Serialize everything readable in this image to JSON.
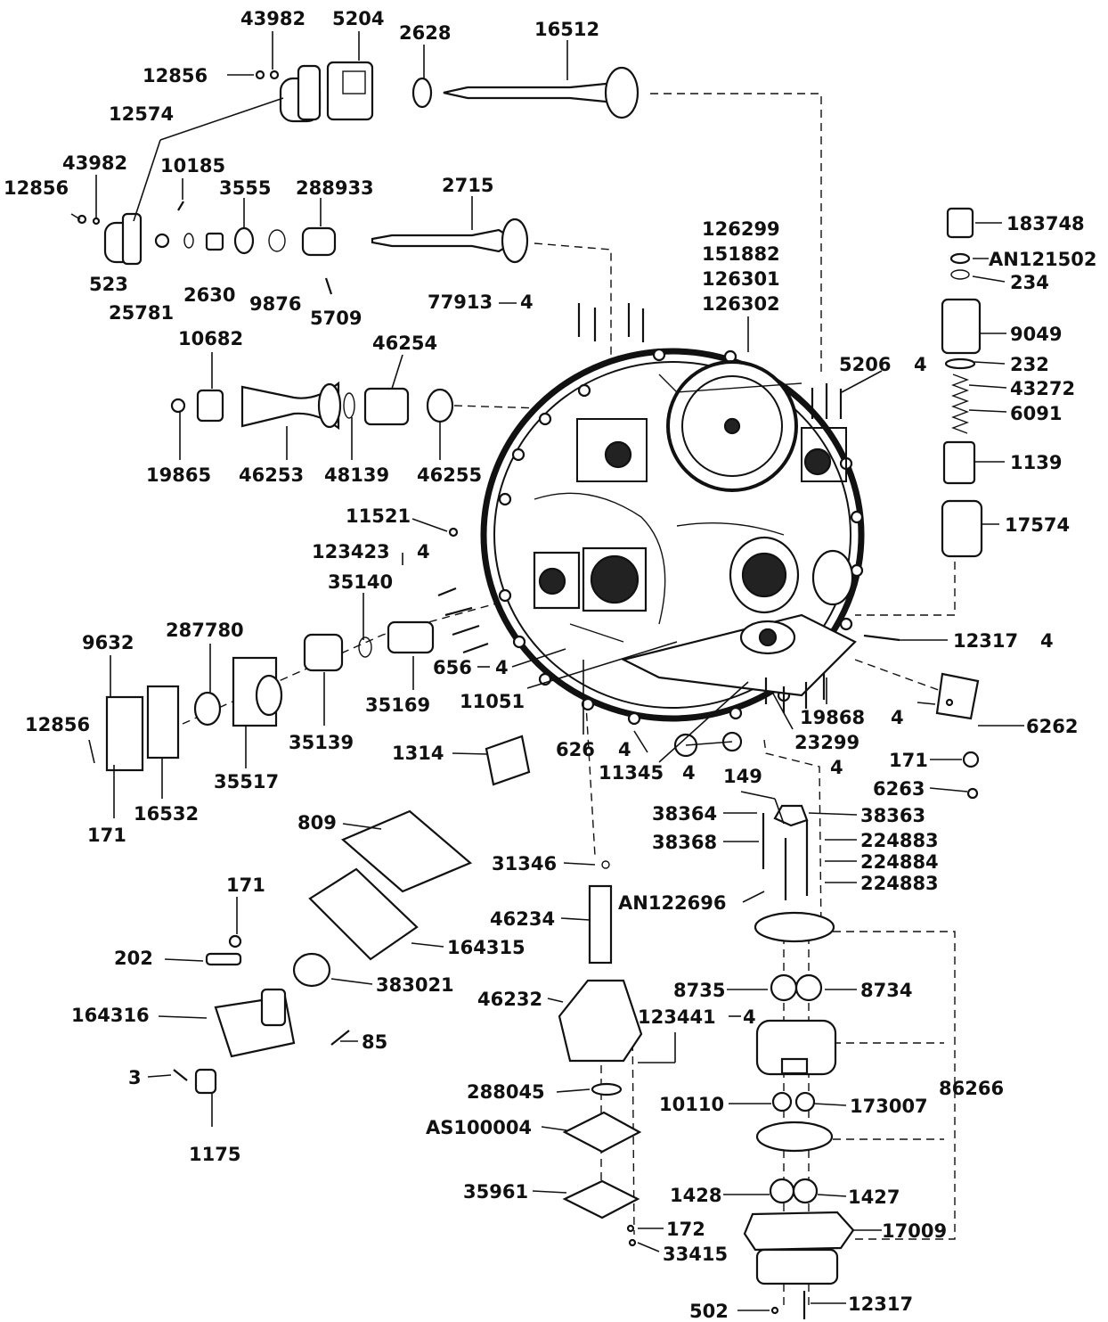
{
  "labels": {
    "p43982a": "43982",
    "p5204": "5204",
    "p2628": "2628",
    "p16512": "16512",
    "p12856a": "12856",
    "p12574": "12574",
    "p43982b": "43982",
    "p12856b": "12856",
    "p10185": "10185",
    "p3555": "3555",
    "p288933": "288933",
    "p2715": "2715",
    "p523": "523",
    "p25781": "25781",
    "p2630": "2630",
    "p9876": "9876",
    "p5709": "5709",
    "p126299": "126299",
    "p151882": "151882",
    "p126301": "126301",
    "p126302": "126302",
    "p77913": "77913",
    "q77913": "4",
    "p183748": "183748",
    "pAN121502": "AN121502",
    "p234": "234",
    "p9049": "9049",
    "p232": "232",
    "p43272": "43272",
    "p6091": "6091",
    "p1139": "1139",
    "p17574": "17574",
    "p5206": "5206",
    "q5206": "4",
    "p10682": "10682",
    "p46254": "46254",
    "p19865": "19865",
    "p46253": "46253",
    "p48139": "48139",
    "p46255": "46255",
    "p11521": "11521",
    "p123423": "123423",
    "q123423": "4",
    "p35140": "35140",
    "p287780": "287780",
    "p9632": "9632",
    "p656": "656",
    "q656": "4",
    "p35169": "35169",
    "p11051": "11051",
    "p12317a": "12317",
    "q12317a": "4",
    "p12856c": "12856",
    "p35139": "35139",
    "p35517": "35517",
    "p16532": "16532",
    "p171a": "171",
    "p1314": "1314",
    "p626": "626",
    "q626": "4",
    "p11345": "11345",
    "q11345": "4",
    "p19868": "19868",
    "q19868": "4",
    "p23299": "23299",
    "q23299": "4",
    "p6262": "6262",
    "p171b": "171",
    "p6263": "6263",
    "p149": "149",
    "p38364": "38364",
    "p38363": "38363",
    "p38368": "38368",
    "p224883a": "224883",
    "p224884": "224884",
    "p224883b": "224883",
    "pAN122696": "AN122696",
    "p809": "809",
    "p31346": "31346",
    "p46234": "46234",
    "p171c": "171",
    "p164315": "164315",
    "p202": "202",
    "p383021": "383021",
    "p46232": "46232",
    "p8735": "8735",
    "p8734": "8734",
    "p123441": "123441",
    "q123441": "4",
    "p164316": "164316",
    "p85": "85",
    "p3": "3",
    "p1175": "1175",
    "p288045": "288045",
    "p10110": "10110",
    "p173007": "173007",
    "p86266": "86266",
    "pAS100004": "AS100004",
    "p35961": "35961",
    "p1428": "1428",
    "p1427": "1427",
    "p172": "172",
    "p17009": "17009",
    "p33415": "33415",
    "p502": "502",
    "p12317b": "12317"
  }
}
